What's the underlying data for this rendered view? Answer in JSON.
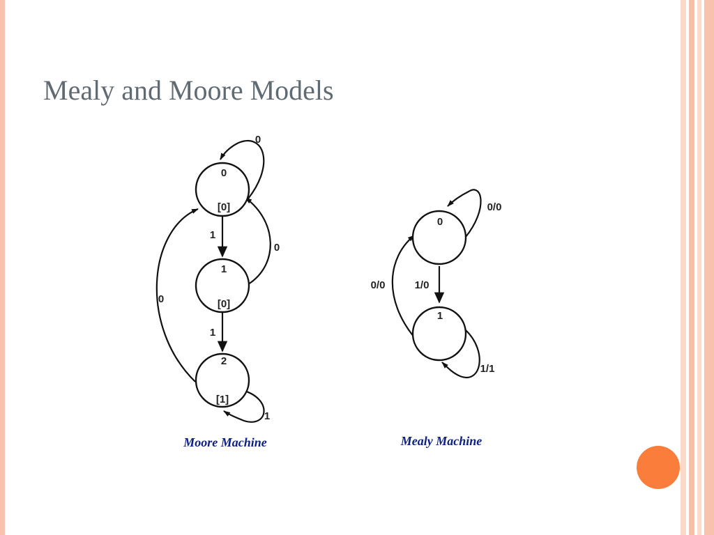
{
  "slide": {
    "title": "Mealy and Moore Models",
    "colors": {
      "accent": "#fb7d3c",
      "border": "#f7c3ad",
      "title": "#5f6a72",
      "caption": "#0c1f86"
    }
  },
  "moore": {
    "caption": "Moore Machine",
    "states": [
      {
        "name": "0",
        "output": "[0]"
      },
      {
        "name": "1",
        "output": "[0]"
      },
      {
        "name": "2",
        "output": "[1]"
      }
    ],
    "transitions": [
      {
        "from": "0",
        "to": "0",
        "input": "0"
      },
      {
        "from": "0",
        "to": "1",
        "input": "1"
      },
      {
        "from": "1",
        "to": "0",
        "input": "0"
      },
      {
        "from": "1",
        "to": "2",
        "input": "1"
      },
      {
        "from": "2",
        "to": "0",
        "input": "0"
      },
      {
        "from": "2",
        "to": "2",
        "input": "1"
      }
    ]
  },
  "mealy": {
    "caption": "Mealy Machine",
    "states": [
      {
        "name": "0"
      },
      {
        "name": "1"
      }
    ],
    "transitions": [
      {
        "from": "0",
        "to": "0",
        "label": "0/0"
      },
      {
        "from": "0",
        "to": "1",
        "label": "1/0"
      },
      {
        "from": "1",
        "to": "0",
        "label": "0/0"
      },
      {
        "from": "1",
        "to": "1",
        "label": "1/1"
      }
    ]
  }
}
